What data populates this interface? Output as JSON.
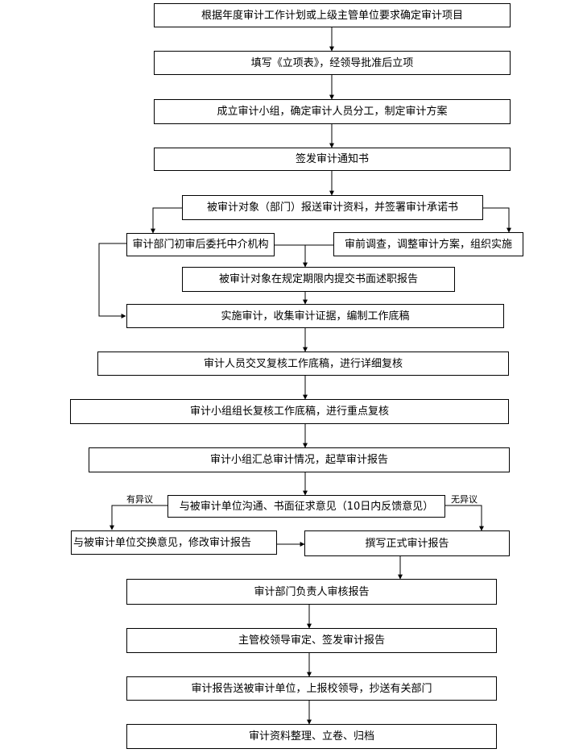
{
  "steps": {
    "s1": "根据年度审计工作计划或上级主管单位要求确定审计项目",
    "s2": "填写《立项表》，经领导批准后立项",
    "s3": "成立审计小组，确定审计人员分工，制定审计方案",
    "s4": "签发审计通知书",
    "s5": "被审计对象（部门）报送审计资料，并签署审计承诺书",
    "s6a": "审计部门初审后委托中介机构",
    "s6b": "审前调查，调整审计方案，组织实施",
    "s7": "被审计对象在规定期限内提交书面述职报告",
    "s8": "实施审计，收集审计证据，编制工作底稿",
    "s9": "审计人员交叉复核工作底稿，进行详细复核",
    "s10": "审计小组组长复核工作底稿，进行重点复核",
    "s11": "审计小组汇总审计情况，起草审计报告",
    "s12": "与被审计单位沟通、书面征求意见（10日内反馈意见）",
    "s13a": "与被审计单位交换意见，修改审计报告",
    "s13b": "撰写正式审计报告",
    "s14": "审计部门负责人审核报告",
    "s15": "主管校领导审定、签发审计报告",
    "s16": "审计报告送被审计单位，上报校领导，抄送有关部门",
    "s17": "审计资料整理、立卷、归档"
  },
  "labels": {
    "has_objection": "有异议",
    "no_objection": "无异议"
  }
}
